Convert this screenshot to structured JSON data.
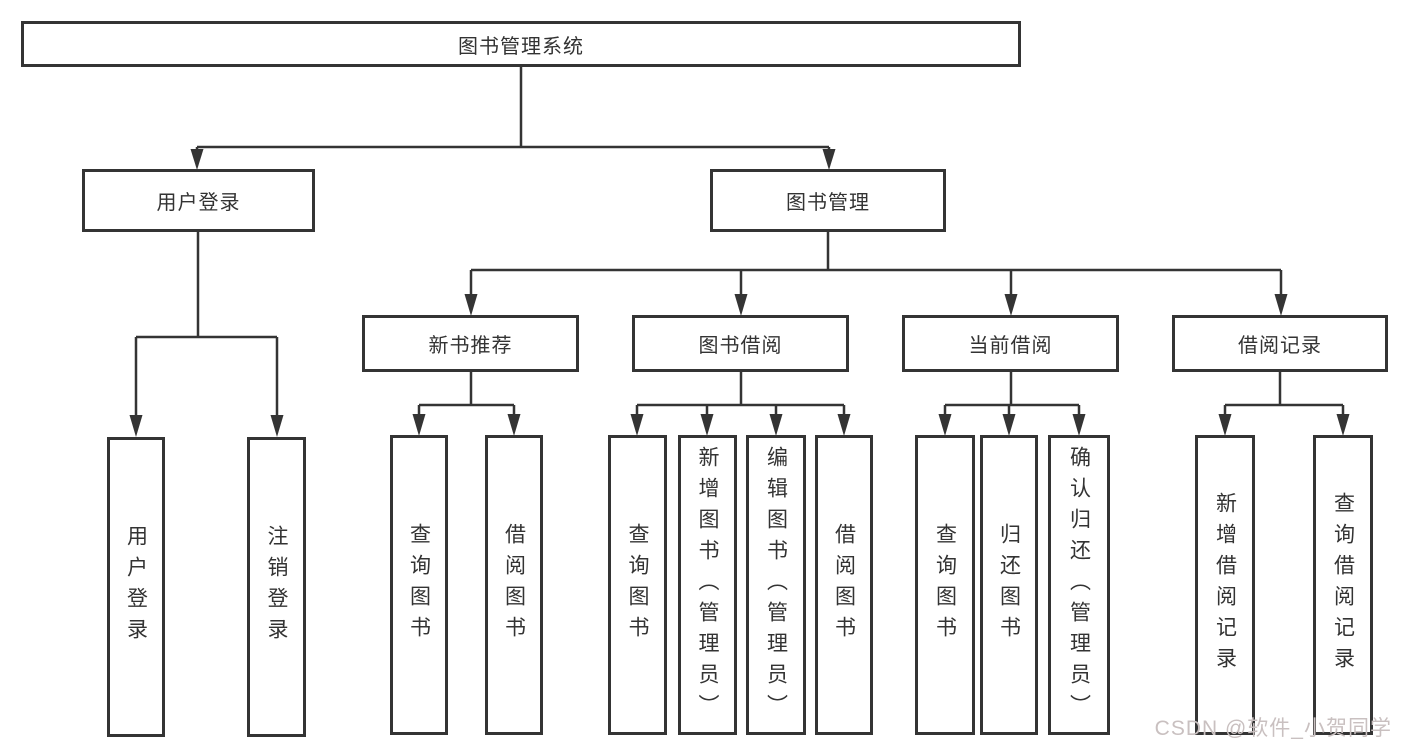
{
  "meta": {
    "type": "org-structure-diagram",
    "language": "zh-CN"
  },
  "colors": {
    "line": "#343434",
    "text": "#333333",
    "box_background": "#ffffff",
    "watermark_text": "#c9c0c0"
  },
  "tree": {
    "label": "图书管理系统",
    "children": [
      {
        "label": "用户登录",
        "children": [
          {
            "label": "用户登录"
          },
          {
            "label": "注销登录"
          }
        ]
      },
      {
        "label": "图书管理",
        "children": [
          {
            "label": "新书推荐",
            "children": [
              {
                "label": "查询图书"
              },
              {
                "label": "借阅图书"
              }
            ]
          },
          {
            "label": "图书借阅",
            "children": [
              {
                "label": "查询图书"
              },
              {
                "label": "新增图书（管理员）"
              },
              {
                "label": "编辑图书（管理员）"
              },
              {
                "label": "借阅图书"
              }
            ]
          },
          {
            "label": "当前借阅",
            "children": [
              {
                "label": "查询图书"
              },
              {
                "label": "归还图书"
              },
              {
                "label": "确认归还（管理员）"
              }
            ]
          },
          {
            "label": "借阅记录",
            "children": [
              {
                "label": "新增借阅记录"
              },
              {
                "label": "查询借阅记录"
              }
            ]
          }
        ]
      }
    ]
  },
  "watermark": "CSDN @软件_小贺同学"
}
